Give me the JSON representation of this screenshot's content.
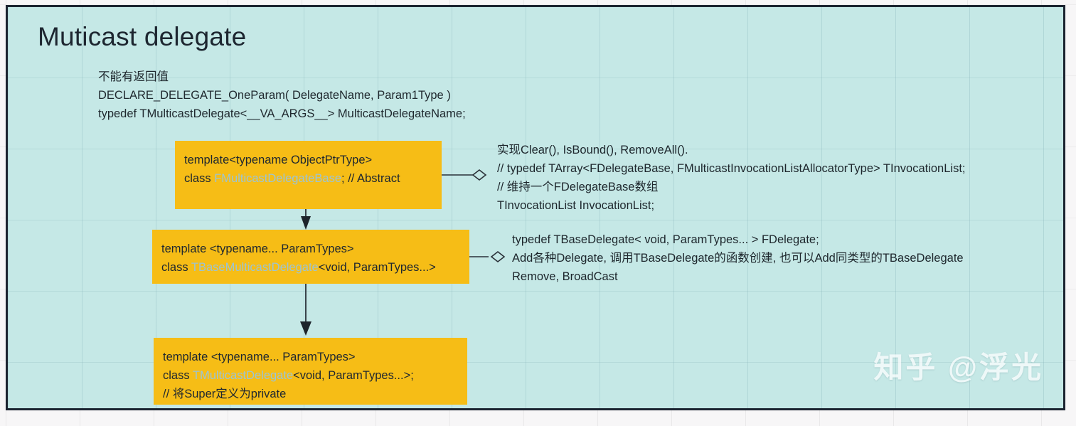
{
  "slide": {
    "title": "Muticast delegate",
    "background_color": "#c5e8e6",
    "border_color": "#1b2430",
    "box_color": "#f6bd16",
    "class_name_color": "#9cc4d4"
  },
  "macro_note": {
    "line1": "不能有返回值",
    "line2": "DECLARE_DELEGATE_OneParam( DelegateName, Param1Type )",
    "line3": "typedef TMulticastDelegate<__VA_ARGS__> MulticastDelegateName;"
  },
  "boxes": [
    {
      "id": "fmulticastdelegatebase",
      "line1": "template<typename ObjectPtrType>",
      "line2_prefix": "class ",
      "line2_class": "FMulticastDelegateBase",
      "line2_suffix": "; // Abstract",
      "line3": ""
    },
    {
      "id": "tbasemulticastdelegate",
      "line1": "template <typename... ParamTypes>",
      "line2_prefix": "class ",
      "line2_class": "TBaseMulticastDelegate",
      "line2_suffix": "<void, ParamTypes...>",
      "line3": ""
    },
    {
      "id": "tmulticastdelegate",
      "line1": "template <typename... ParamTypes>",
      "line2_prefix": "class ",
      "line2_class": "TMulticastDelegate",
      "line2_suffix": "<void, ParamTypes...>;",
      "line3": "// 将Super定义为private"
    }
  ],
  "notes": [
    {
      "id": "note-fmulticastdelegatebase",
      "line1": "实现Clear(), IsBound(), RemoveAll().",
      "line2": "// typedef TArray<FDelegateBase, FMulticastInvocationListAllocatorType> TInvocationList;",
      "line3": "// 维持一个FDelegateBase数组",
      "line4": "TInvocationList InvocationList;"
    },
    {
      "id": "note-tbasemulticastdelegate",
      "line1": "typedef TBaseDelegate< void, ParamTypes... > FDelegate;",
      "line2": "Add各种Delegate, 调用TBaseDelegate的函数创建, 也可以Add同类型的TBaseDelegate",
      "line3": "Remove, BroadCast"
    }
  ],
  "watermark": {
    "text": "知乎 @浮光"
  }
}
